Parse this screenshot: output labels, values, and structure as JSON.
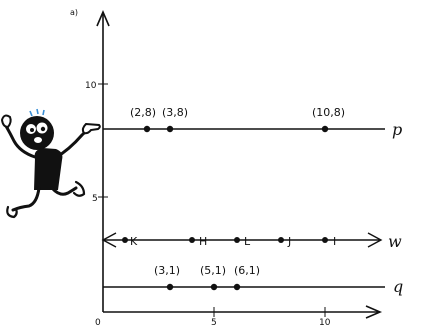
{
  "part_label": "a)",
  "x_ticks": [
    "0",
    "5",
    "10"
  ],
  "y_ticks": [
    "5",
    "10"
  ],
  "lines": {
    "p": {
      "label": "p",
      "y": 8
    },
    "w": {
      "label": "w",
      "y": 3
    },
    "q": {
      "label": "q",
      "y": 1
    }
  },
  "points_p": [
    {
      "x": 2,
      "y": 8,
      "label": "(2,8)"
    },
    {
      "x": 3,
      "y": 8,
      "label": "(3,8)"
    },
    {
      "x": 10,
      "y": 8,
      "label": "(10,8)"
    }
  ],
  "points_w": [
    {
      "x": 1,
      "label": "K"
    },
    {
      "x": 4,
      "label": "H"
    },
    {
      "x": 6,
      "label": "L"
    },
    {
      "x": 8,
      "label": "J"
    },
    {
      "x": 10,
      "label": "I"
    }
  ],
  "points_q": [
    {
      "x": 3,
      "y": 1,
      "label": "(3,1)"
    },
    {
      "x": 5,
      "y": 1,
      "label": "(5,1)"
    },
    {
      "x": 6,
      "y": 1,
      "label": "(6,1)"
    }
  ]
}
